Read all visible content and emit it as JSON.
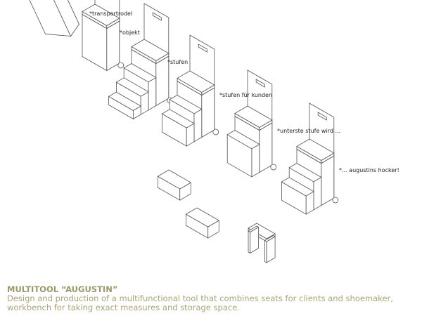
{
  "labels": [
    "*transportrodel",
    "*objekt",
    "*stufen",
    "*stufen für kunden",
    "*unterste stufe wird ...",
    "*... augustins hocker!"
  ],
  "caption": {
    "title": "MULTITOOL “AUGUSTIN”",
    "line1": "Design and production of a multifunctional tool that combines seats for clients and shoemaker,",
    "line2": "workbench for taking exact measures and storage space."
  },
  "colors": {
    "caption": "#aaa477",
    "line": "#555555"
  }
}
